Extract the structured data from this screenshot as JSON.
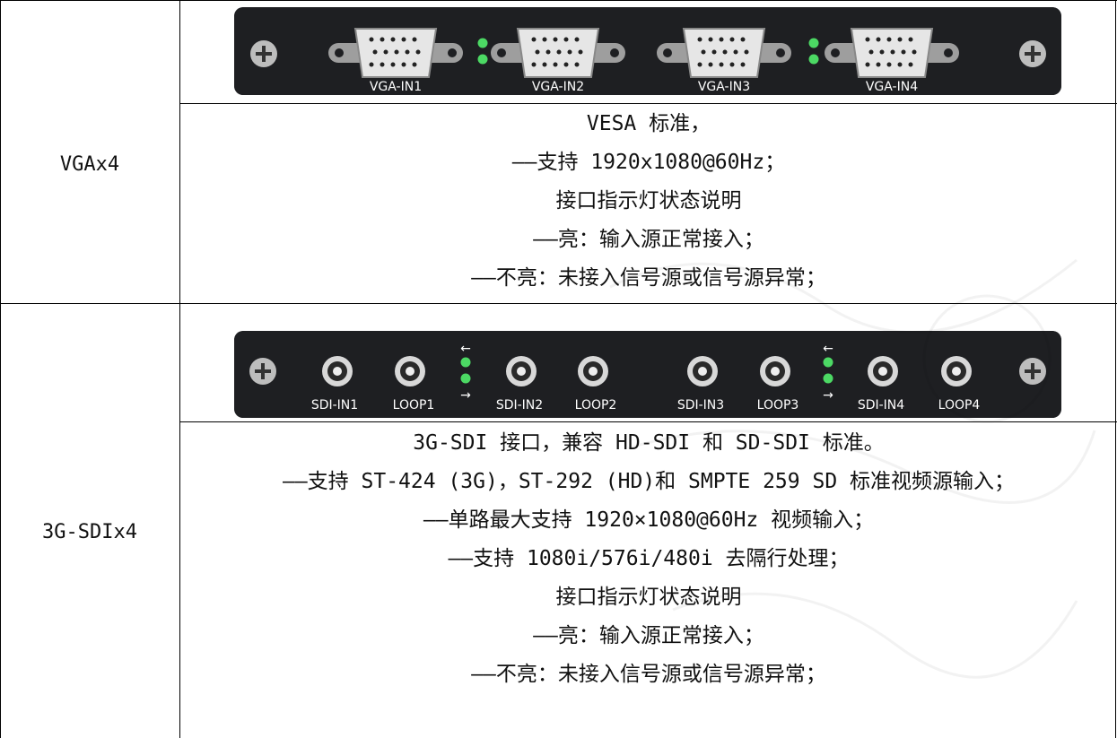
{
  "rows": [
    {
      "label": "VGAx4",
      "ports": [
        "VGA-IN1",
        "VGA-IN2",
        "VGA-IN3",
        "VGA-IN4"
      ],
      "lines": [
        "VESA 标准，",
        "——支持 1920x1080@60Hz；",
        "接口指示灯状态说明",
        "——亮：输入源正常接入；",
        "——不亮：未接入信号源或信号源异常；"
      ]
    },
    {
      "label": "3G-SDIx4",
      "ports": [
        "SDI-IN1",
        "LOOP1",
        "SDI-IN2",
        "LOOP2",
        "SDI-IN3",
        "LOOP3",
        "SDI-IN4",
        "LOOP4"
      ],
      "arrows": [
        "←",
        "→"
      ],
      "lines": [
        "3G-SDI 接口，兼容 HD-SDI 和 SD-SDI 标准。",
        "——支持 ST-424 (3G)，ST-292 (HD)和 SMPTE 259 SD 标准视频源输入；",
        "——单路最大支持 1920×1080@60Hz 视频输入；",
        "——支持 1080i/576i/480i 去隔行处理；",
        "接口指示灯状态说明",
        "——亮：输入源正常接入；",
        "——不亮：未接入信号源或信号源异常；"
      ]
    }
  ],
  "colors": {
    "panel": "#1e1f22",
    "led": "#4cd964",
    "border": "#000000"
  }
}
